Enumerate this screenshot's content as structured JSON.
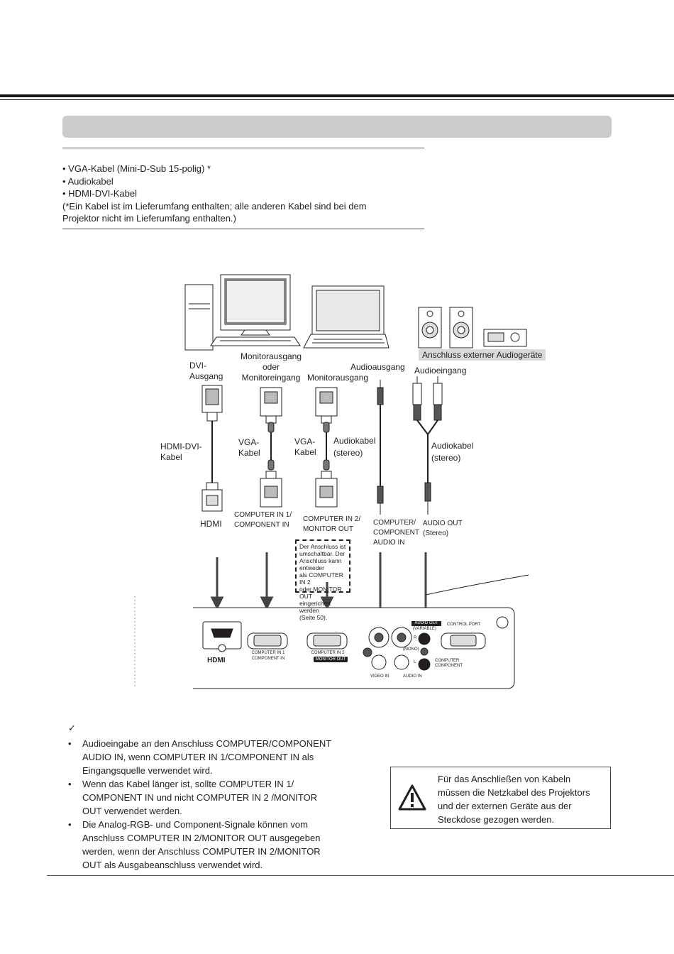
{
  "cables": {
    "items": [
      "• VGA-Kabel (Mini-D-Sub 15-polig) *",
      "• Audiokabel",
      "• HDMI-DVI-Kabel",
      "(*Ein Kabel ist im Lieferumfang enthalten; alle anderen Kabel sind bei dem",
      "Projektor nicht im Lieferumfang enthalten.)"
    ]
  },
  "diagram": {
    "dvi_out": [
      "DVI-",
      "Ausgang"
    ],
    "monitor_out_or_in": [
      "Monitorausgang",
      "oder",
      "Monitoreingang"
    ],
    "monitor_out": "Monitorausgang",
    "audio_out": "Audioausgang",
    "audio_in": "Audioeingang",
    "ext_audio": "Anschluss externer Audiogeräte",
    "hdmi_dvi_cable": [
      "HDMI-DVI-",
      "Kabel"
    ],
    "vga_cable_1": [
      "VGA-",
      "Kabel"
    ],
    "vga_cable_2": [
      "VGA-",
      "Kabel"
    ],
    "audio_cable_1": [
      "Audiokabel",
      "(stereo)"
    ],
    "audio_cable_2": [
      "Audiokabel",
      "(stereo)"
    ],
    "hdmi": "HDMI",
    "computer_in_1": [
      "COMPUTER IN 1/",
      "COMPONENT IN"
    ],
    "computer_in_2": [
      "COMPUTER IN 2/",
      "MONITOR OUT"
    ],
    "computer_audio_in": [
      "COMPUTER/",
      "COMPONENT",
      "AUDIO IN"
    ],
    "audio_out_port": [
      "AUDIO OUT",
      "(Stereo)"
    ],
    "switch_note": [
      "Der Anschluss ist",
      "umschaltbar. Der",
      "Anschluss kann entweder",
      "als COMPUTER IN 2",
      "oder MONITOR OUT",
      "eingerichtet werden",
      "(Seite  50)."
    ],
    "panel": {
      "hdmi_logo": "HDMI",
      "computer_in_1": [
        "COMPUTER IN 1",
        "COMPONENT IN"
      ],
      "computer_in_2": "COMPUTER IN 2",
      "monitor_out": "MONITOR OUT",
      "audio_out_top": "AUDIO OUT",
      "variable": "(VARIABLE)",
      "control_port": "CONTROL PORT",
      "video_in": "VIDEO IN",
      "audio_in": "AUDIO IN",
      "mono": "(MONO)",
      "r": "R",
      "l": "L",
      "computer_component": [
        "COMPUTER",
        "COMPONENT"
      ]
    }
  },
  "notes": {
    "check": "✓",
    "items": [
      [
        "Audioeingabe an den Anschluss COMPUTER/COMPONENT",
        "AUDIO IN, wenn COMPUTER IN 1/COMPONENT IN als",
        "Eingangsquelle verwendet wird."
      ],
      [
        "Wenn das Kabel länger ist, sollte COMPUTER IN 1/",
        "COMPONENT IN und nicht COMPUTER IN 2 /MONITOR",
        "OUT verwendet werden."
      ],
      [
        "Die Analog-RGB- und Component-Signale können vom",
        "Anschluss COMPUTER IN 2/MONITOR OUT ausgegeben",
        "werden, wenn der Anschluss COMPUTER IN 2/MONITOR",
        "OUT als Ausgabeanschluss verwendet wird."
      ]
    ]
  },
  "warning": {
    "icon": "warning-triangle-icon",
    "lines": [
      "Für das Anschließen von Kabeln",
      "müssen die Netzkabel des Projektors",
      "und der externen Geräte aus der",
      "Steckdose gezogen werden."
    ]
  }
}
